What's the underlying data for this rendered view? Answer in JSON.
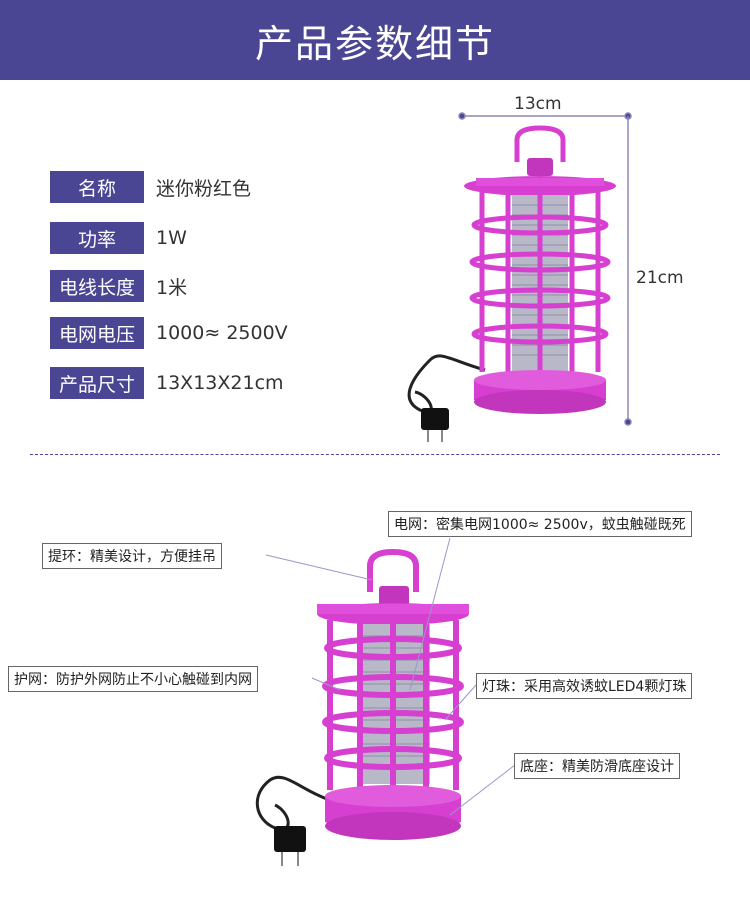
{
  "header": {
    "title": "产品参数细节"
  },
  "specs": [
    {
      "label": "名称",
      "value": "迷你粉红色"
    },
    {
      "label": "功率",
      "value": "1W"
    },
    {
      "label": "电线长度",
      "value": "1米"
    },
    {
      "label": "电网电压",
      "value": "1000≈ 2500V"
    },
    {
      "label": "产品尺寸",
      "value": "13X13X21cm"
    }
  ],
  "dimensions": {
    "width": "13cm",
    "height": "21cm"
  },
  "callouts": {
    "grid": "电网：密集电网1000≈ 2500v，蚊虫触碰既死",
    "handle": "提环：精美设计，方便挂吊",
    "guard": "护网：防护外网防止不小心触碰到内网",
    "led": "灯珠：采用高效诱蚊LED4颗灯珠",
    "base": "底座：精美防滑底座设计"
  },
  "colors": {
    "brand": "#4a4694",
    "product": "#d63fd0",
    "coil": "#9a9ab0"
  }
}
